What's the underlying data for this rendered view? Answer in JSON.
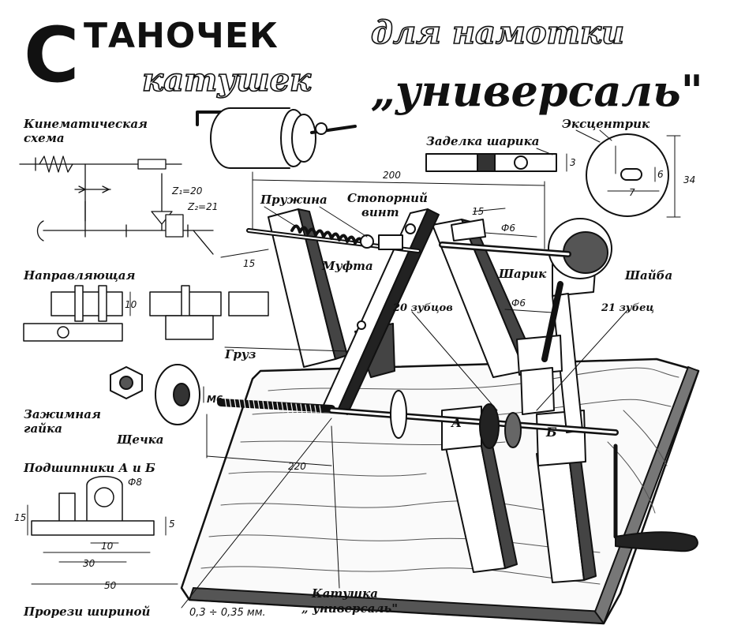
{
  "title": {
    "first_letter": "С",
    "word_rest": "ТАНОЧЕК",
    "line2": "для намотки",
    "line3": "катушек",
    "name": "„универсаль\""
  },
  "labels": {
    "kinematic_1": "Кинематическая",
    "kinematic_2": "схема",
    "z1": "Z₁=20",
    "z2": "Z₂=21",
    "spring": "Пружина",
    "stop_screw_1": "Стопорний",
    "stop_screw_2": "винт",
    "coupling": "Муфта",
    "guide": "Направляющая",
    "weight": "Груз",
    "nut_1": "Зажимная",
    "nut_2": "гайка",
    "cheek": "Щечка",
    "bearings": "Подшипники А и Б",
    "slots": "Прорези шириной",
    "slots_dim": "0,3 ÷ 0,35 мм.",
    "coil_1": "Катушка",
    "coil_2": "„ универсаль\"",
    "eccentric": "Эксцентрик",
    "ball_seat": "Заделка шарика",
    "ball": "Шарик",
    "washer": "Шайба",
    "teeth20": "20 зубцов",
    "teeth21": "21 зубец",
    "bearing_a": "А",
    "bearing_b": "Б"
  },
  "dimensions": {
    "d200": "200",
    "d15a": "15",
    "d15b": "15",
    "d6a": "Ф6",
    "d6b": "Ф6",
    "d220": "220",
    "m6": "М6",
    "d10guide": "10",
    "d3": "3",
    "d6ecc": "6",
    "d7": "7",
    "d34": "34",
    "d8": "Ф8",
    "d15bear": "15",
    "d5": "5",
    "d10": "10",
    "d30": "30",
    "d50": "50"
  }
}
